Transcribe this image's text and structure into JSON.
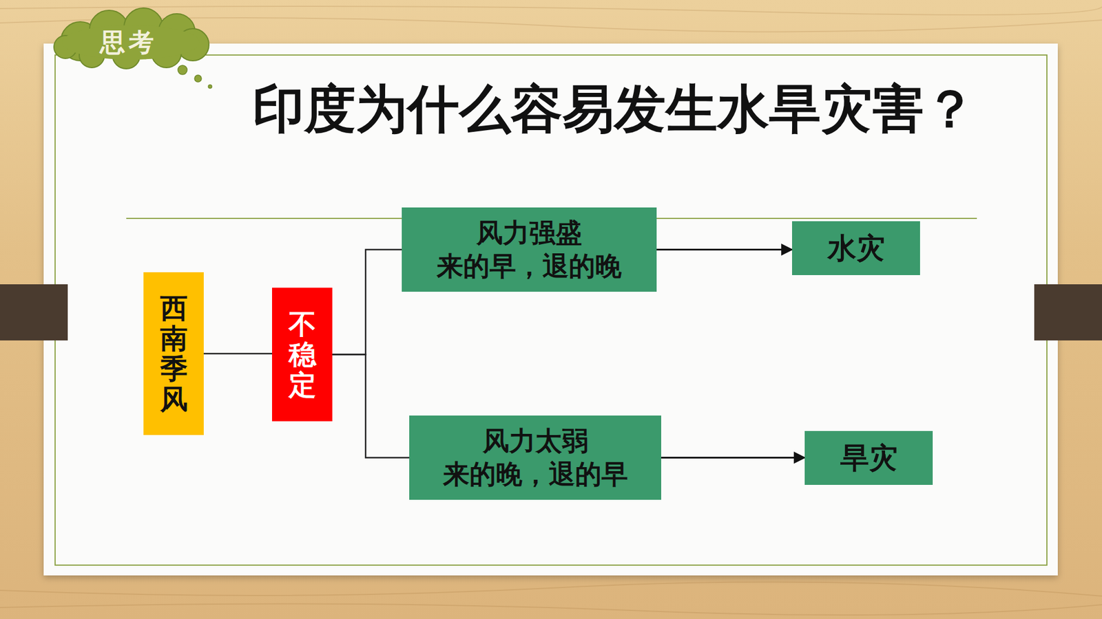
{
  "diagram": {
    "title": "印度为什么容易发生水旱灾害？",
    "nodes": [
      {
        "text": [
          "西南季风"
        ]
      },
      {
        "text": [
          "不稳定"
        ]
      },
      {
        "text": [
          "风力强盛",
          "来的早，退的晚"
        ]
      },
      {
        "text": [
          "水灾"
        ]
      },
      {
        "text": [
          "风力太弱",
          "来的晚，退的早"
        ]
      },
      {
        "text": [
          "旱灾"
        ]
      }
    ],
    "edges": [
      {
        "from": 0,
        "to": 1,
        "arrow": "none"
      },
      {
        "from": 1,
        "to": 2,
        "arrow": "none"
      },
      {
        "from": 1,
        "to": 4,
        "arrow": "none"
      },
      {
        "from": 2,
        "to": 3,
        "arrow": "to"
      },
      {
        "from": 4,
        "to": 5,
        "arrow": "to"
      }
    ],
    "labels": [
      "思考"
    ]
  }
}
